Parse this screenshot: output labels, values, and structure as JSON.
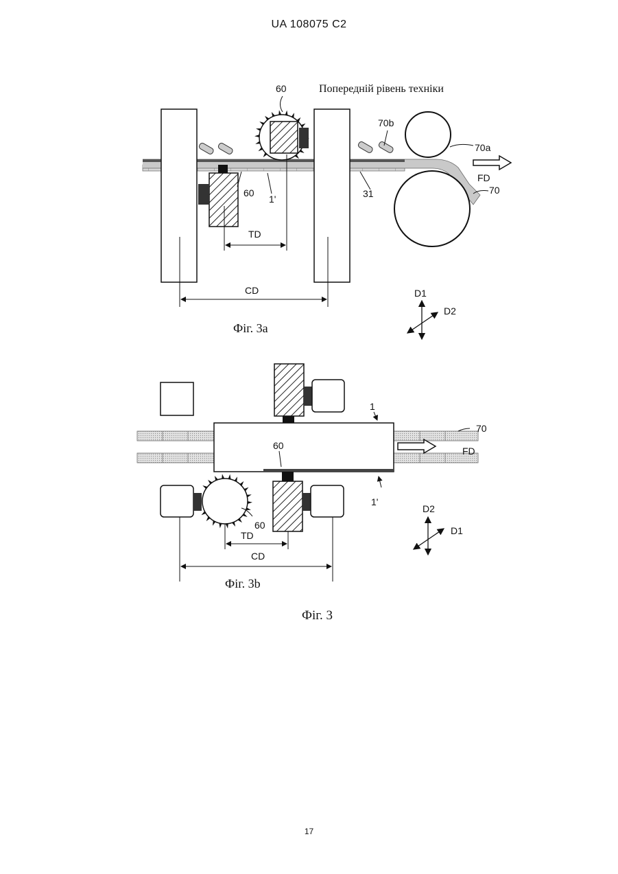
{
  "header": {
    "patent_number": "UA   108075   C2"
  },
  "footer": {
    "page_number": "17"
  },
  "figure_a": {
    "prior_art_label": "Попередній рівень техніки",
    "caption": "Фіг. 3a",
    "labels": {
      "comb_top": "60",
      "comb_bottom": "60",
      "fibers": "70b",
      "roller_top": "70a",
      "feed_direction": "FD",
      "web": "70",
      "belt": "31",
      "product": "1'",
      "td": "TD",
      "cd": "CD",
      "d1": "D1",
      "d2": "D2"
    }
  },
  "figure_b": {
    "caption": "Фіг. 3b",
    "labels": {
      "product": "1",
      "web": "70",
      "feed_direction": "FD",
      "comb_center": "60",
      "comb_circle": "60",
      "product_edge": "1'",
      "td": "TD",
      "cd": "CD",
      "d2": "D2",
      "d1": "D1"
    }
  },
  "figure_caption": "Фіг. 3"
}
